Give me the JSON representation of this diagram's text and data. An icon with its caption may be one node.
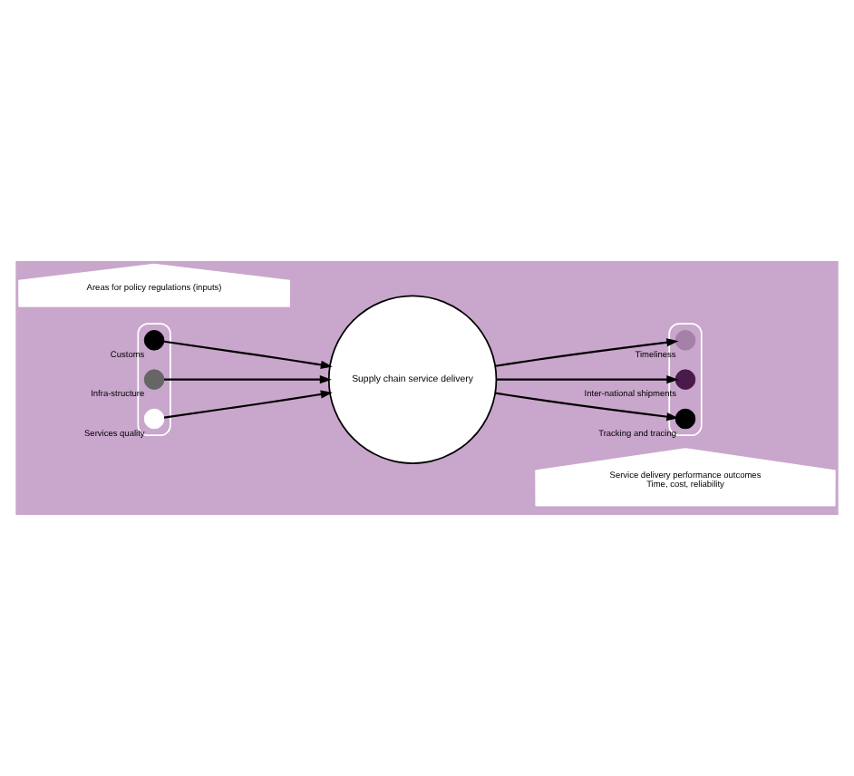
{
  "diagram": {
    "nodes": [
      {
        "text": [],
        "shape": "box"
      },
      {
        "text": [],
        "shape": "circle",
        "beside": [
          "Customs"
        ],
        "in": 0
      },
      {
        "text": [],
        "shape": "circle",
        "beside": [
          "Infra-structure"
        ],
        "in": 0
      },
      {
        "text": [],
        "shape": "circle",
        "beside": [
          "Services quality"
        ],
        "in": 0
      },
      {
        "text": [
          "Supply chain service delivery"
        ]
      },
      {
        "text": [],
        "shape": "box"
      },
      {
        "text": [],
        "shape": "circle",
        "beside": [
          "Timeliness"
        ],
        "in": 5
      },
      {
        "text": [],
        "shape": "circle",
        "beside": [
          "Inter-national shipments"
        ],
        "in": 5
      },
      {
        "text": [],
        "shape": "circle",
        "beside": [
          "Tracking and tracing"
        ],
        "in": 5
      },
      {
        "text": [
          "Areas for policy regulations (inputs)"
        ]
      },
      {
        "text": [
          "Service delivery performance outcomes",
          "Time, cost, reliability"
        ]
      }
    ],
    "edges": [
      {
        "from": 1,
        "to": 4,
        "arrow": "to"
      },
      {
        "from": 2,
        "to": 4,
        "arrow": "to"
      },
      {
        "from": 3,
        "to": 4,
        "arrow": "to"
      },
      {
        "from": 4,
        "to": 6,
        "arrow": "to"
      },
      {
        "from": 4,
        "to": 7,
        "arrow": "to"
      },
      {
        "from": 4,
        "to": 8,
        "arrow": "to"
      }
    ]
  }
}
